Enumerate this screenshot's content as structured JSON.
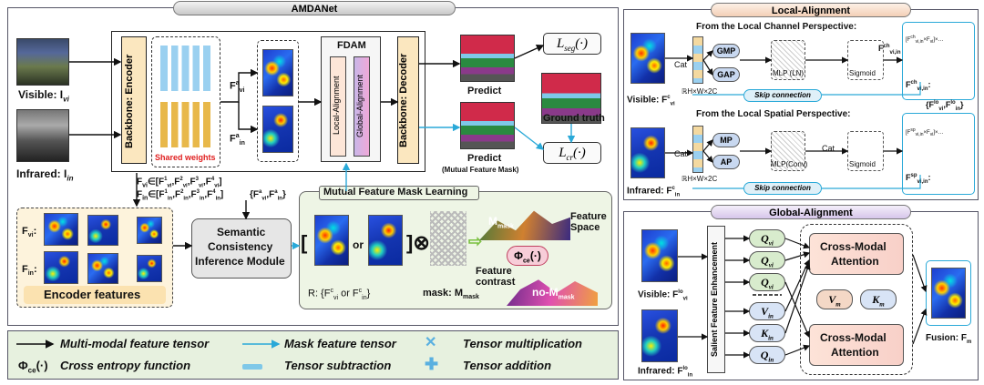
{
  "amdanet": {
    "title": "AMDANet",
    "visible_label": "Visible: I",
    "visible_sub": "vi",
    "infrared_label": "Infrared: I",
    "infrared_sub": "in",
    "encoder_label": "Backbone: Encoder",
    "shared_weights": "Shared weights",
    "fa_vi": "F",
    "fa_in": "F",
    "fdam_title": "FDAM",
    "local_alignment": "Local-Alignment",
    "global_alignment": "Global-Alignment",
    "decoder_label": "Backbone: Decoder",
    "predict1": "Predict",
    "predict2": "Predict",
    "predict2_sub": "(Mutual Feature Mask)",
    "ground_truth": "Ground truth",
    "loss_seg": "L",
    "loss_seg_sub": "seg",
    "loss_cr": "L",
    "loss_cr_sub": "cr",
    "fvi_set": "F",
    "fin_set": "F",
    "fa_set": "{F",
    "encoder_features": "Encoder features",
    "fvi_tag": "F",
    "fin_tag": "F",
    "scim_line1": "Semantic",
    "scim_line2": "Consistency",
    "scim_line3": "Inference Module",
    "mfml_title": "Mutual Feature Mask Learning",
    "or1": "or",
    "r_set": "R: {F",
    "r_or": "or F",
    "mask_label": "mask: M",
    "mask_sub": "mask",
    "phi_ce": "Φ",
    "phi_sub": "ce",
    "m_mask": "M",
    "no_m_mask": "no-M",
    "feature_space": "Feature\nSpace",
    "feature_contrast": "Feature\ncontrast"
  },
  "legend": {
    "multimodal": "Multi-modal feature tensor",
    "mask_tensor": "Mask feature tensor",
    "tensor_mult": "Tensor multiplication",
    "cross_entropy": "Cross entropy function",
    "tensor_sub": "Tensor subtraction",
    "tensor_add": "Tensor addition",
    "phi_symbol": "Φ"
  },
  "local": {
    "title": "Local-Alignment",
    "channel_title": "From the Local Channel Perspective:",
    "spatial_title": "From the Local Spatial Perspective:",
    "cat1": "Cat",
    "cat2": "Cat",
    "cat3": "Cat",
    "gmp": "GMP",
    "gap": "GAP",
    "mp": "MP",
    "ap": "AP",
    "mlp_ln": "MLP (LN)",
    "mlp_conv": "MLP(Conv)",
    "sigmoid1": "Sigmoid",
    "sigmoid2": "Sigmoid",
    "skip1": "Skip connection",
    "skip2": "Skip connection",
    "dim1": "ℝH×W×2C",
    "dim2": "ℝH×W×2C",
    "visible_fc": "Visible: F",
    "infrared_fc": "Infrared: F",
    "f_vi_in": "F",
    "f_ch": "F",
    "f_sp": "F",
    "merge": "{F",
    "eq1": "[F",
    "eq2": "[F"
  },
  "global": {
    "title": "Global-Alignment",
    "visible_flo": "Visible: F",
    "infrared_flo": "Infrared: F",
    "salient": "Salient Feature Enhancement",
    "q_vi1": "Q",
    "q_vi2": "Q",
    "q_vi3": "Q",
    "v_in": "V",
    "k_in": "K",
    "q_in": "Q",
    "cma1a": "Cross-Modal",
    "cma1b": "Attention",
    "cma2a": "Cross-Modal",
    "cma2b": "Attention",
    "v_m": "V",
    "k_m": "K",
    "fusion": "Fusion: F",
    "sub_vi": "vi",
    "sub_in": "in",
    "sub_m": "m"
  },
  "colors": {
    "amdanet_bar": "#d8d8d8",
    "local_bar": "#f6dccb",
    "global_bar": "#e3d7ef",
    "legend_bg": "#e7f1df",
    "mfml_bg": "#e9f3df",
    "scim_bg": "#e6e6e6",
    "encoder_bg": "#fbe7bf",
    "arrow_black": "#111111",
    "arrow_blue": "#2aa9d8"
  }
}
